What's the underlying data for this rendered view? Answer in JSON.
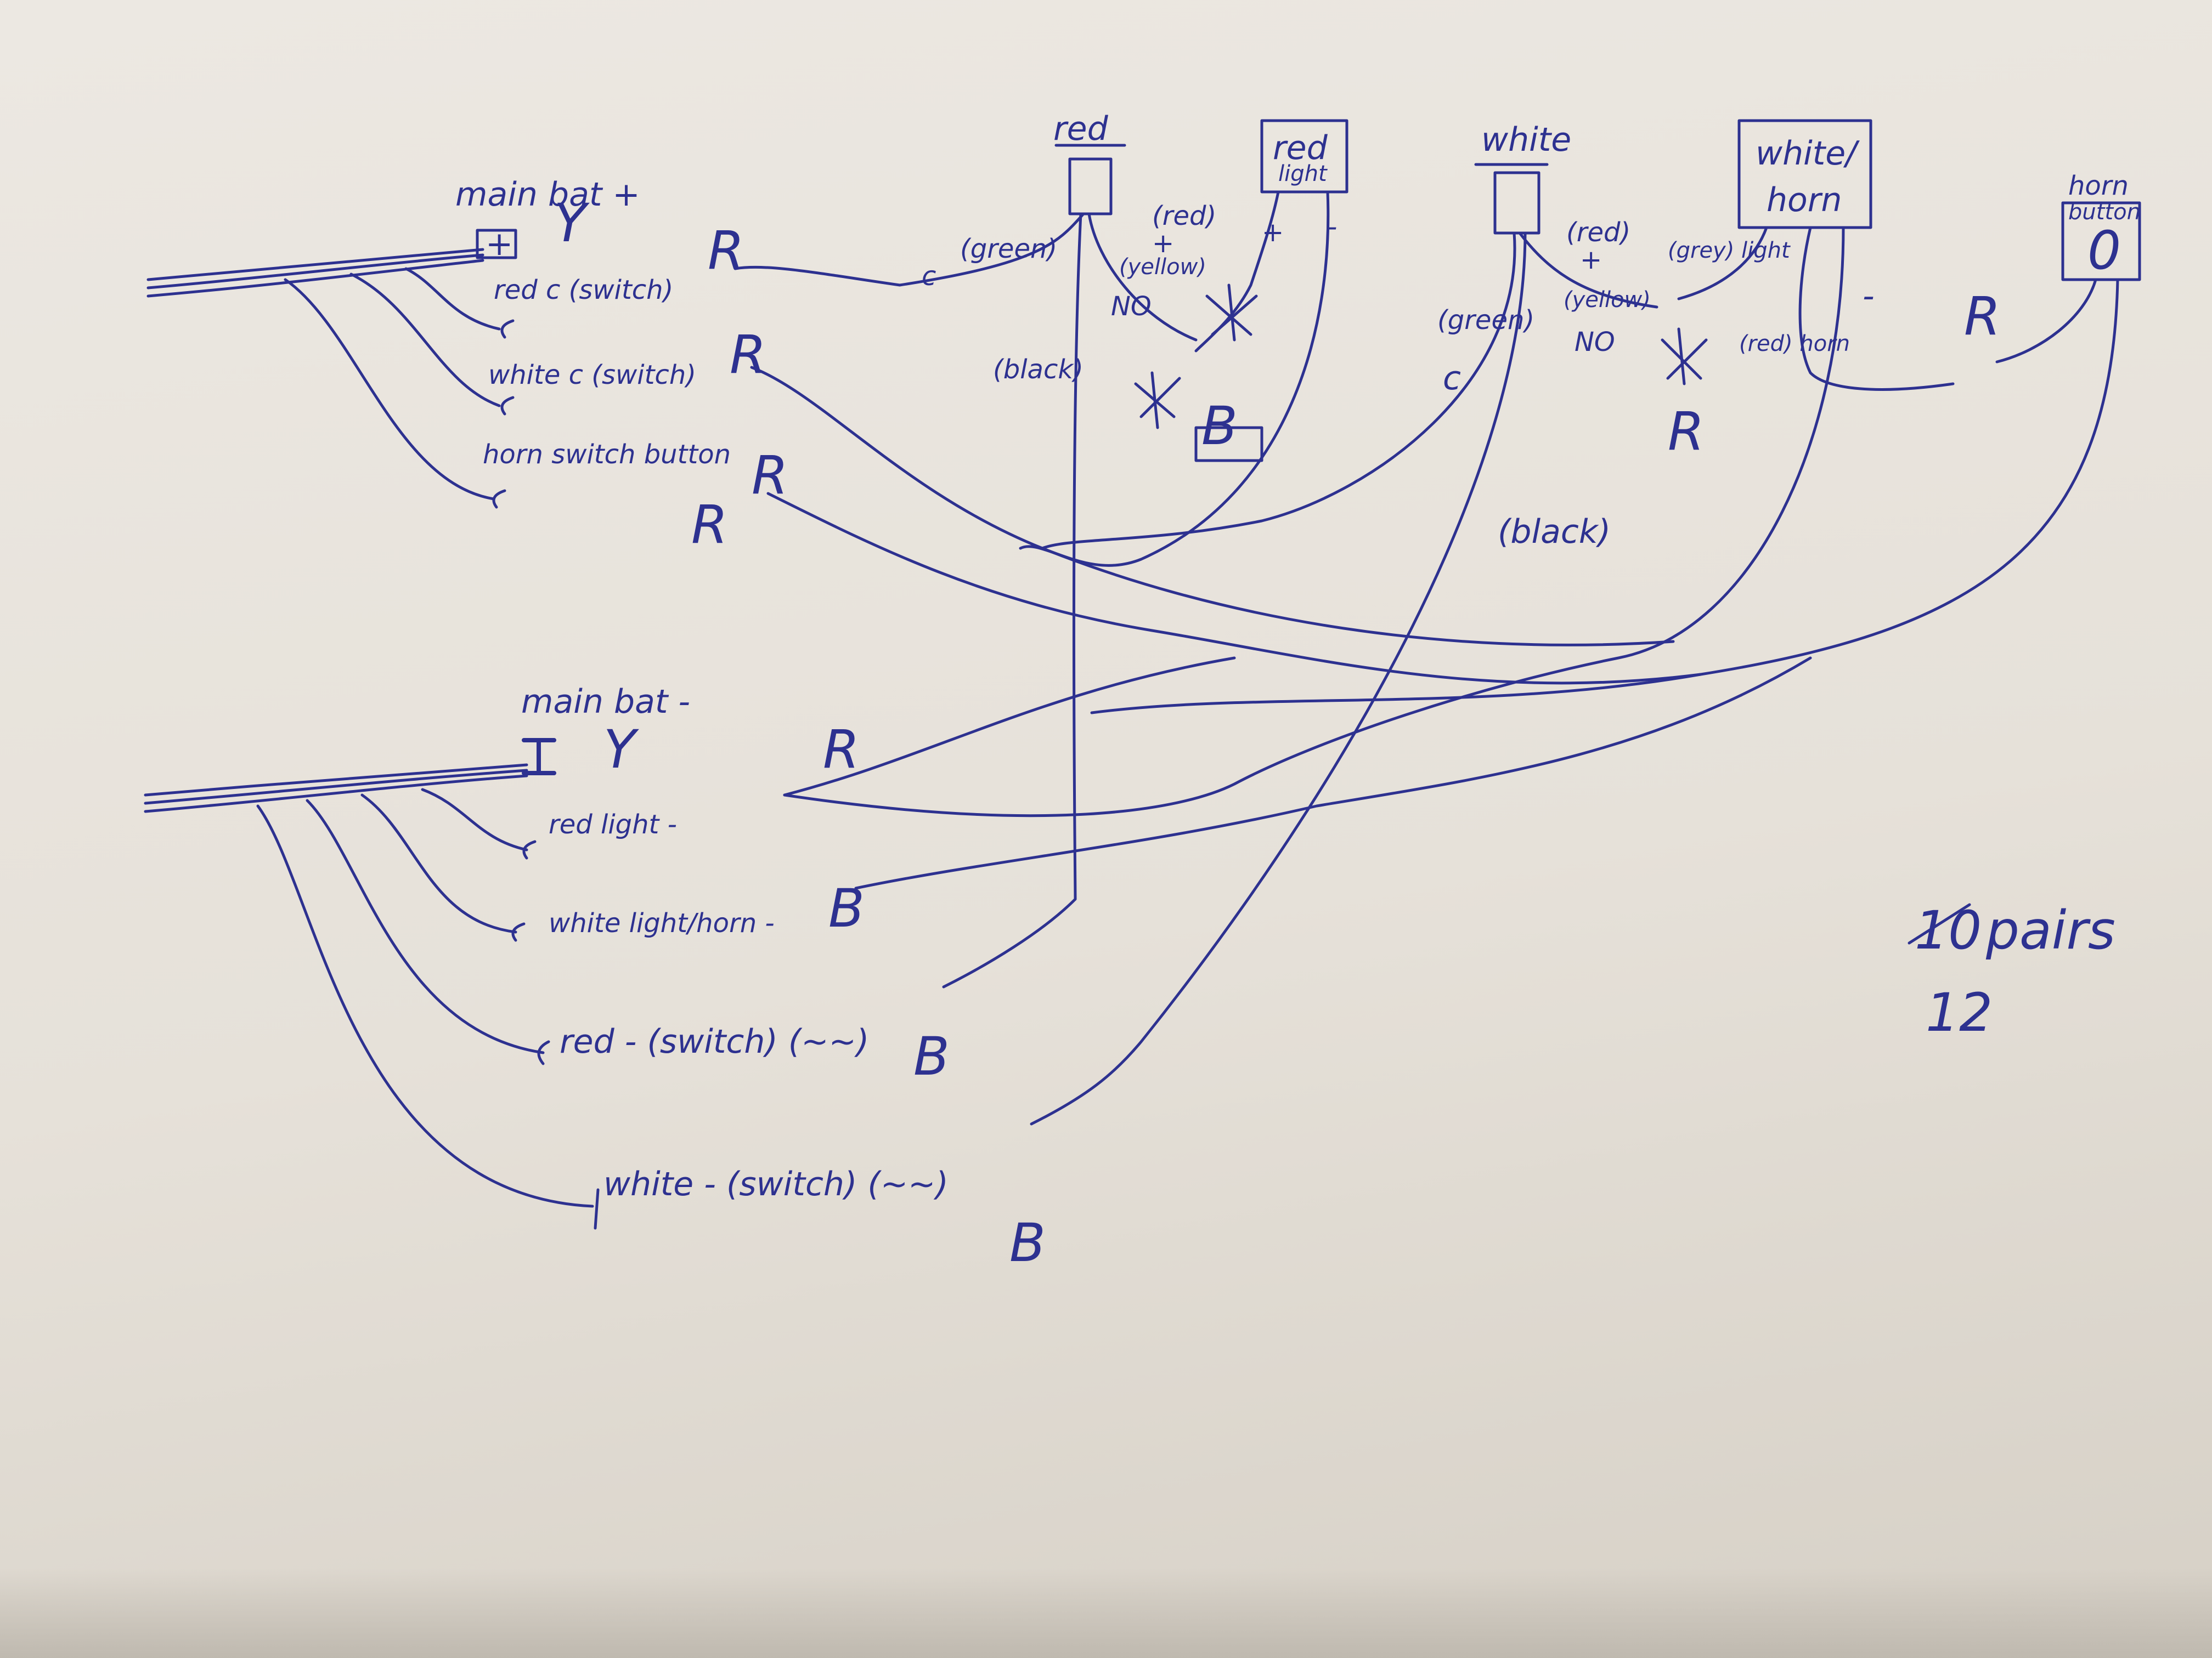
{
  "top_harness": {
    "label_main_bat_pos": "main bat +",
    "plus_symbol": "+",
    "y_mark": "Y",
    "wires": [
      "red c (switch)",
      "white c (switch)",
      "horn switch button"
    ]
  },
  "bottom_harness": {
    "label_main_bat_neg": "main bat -",
    "y_mark": "Y",
    "wires": [
      "red light -",
      "white light/horn -",
      "red - (switch) (~~)",
      "white - (switch) (~~)"
    ]
  },
  "components": {
    "red_switch": {
      "title": "red",
      "green": "(green)",
      "c_mark": "c",
      "red": "(red)",
      "plus": "+",
      "yellow": "(yellow)",
      "no": "NO",
      "black": "(black)"
    },
    "red_light": {
      "title_line1": "red",
      "title_line2": "light",
      "plus": "+",
      "minus": "-"
    },
    "white_switch": {
      "title": "white",
      "green": "(green)",
      "c_mark": "c",
      "red": "(red)",
      "plus": "+",
      "yellow": "(yellow)",
      "no": "NO",
      "black": "(black)"
    },
    "white_horn": {
      "title_line1": "white/",
      "title_line2": "horn",
      "grey_light": "(grey) light",
      "red_horn": "(red) horn",
      "minus": "-"
    },
    "horn_button": {
      "title_line1": "horn",
      "title_line2": "button",
      "symbol": "0"
    }
  },
  "markers": {
    "r": "R",
    "b": "B",
    "c": "c"
  },
  "notes": {
    "pairs_struck": "10",
    "pairs_label": "pairs",
    "pairs_count": "12"
  },
  "colors": {
    "ink": "#2d3190",
    "paper": "#e8e4dd"
  }
}
